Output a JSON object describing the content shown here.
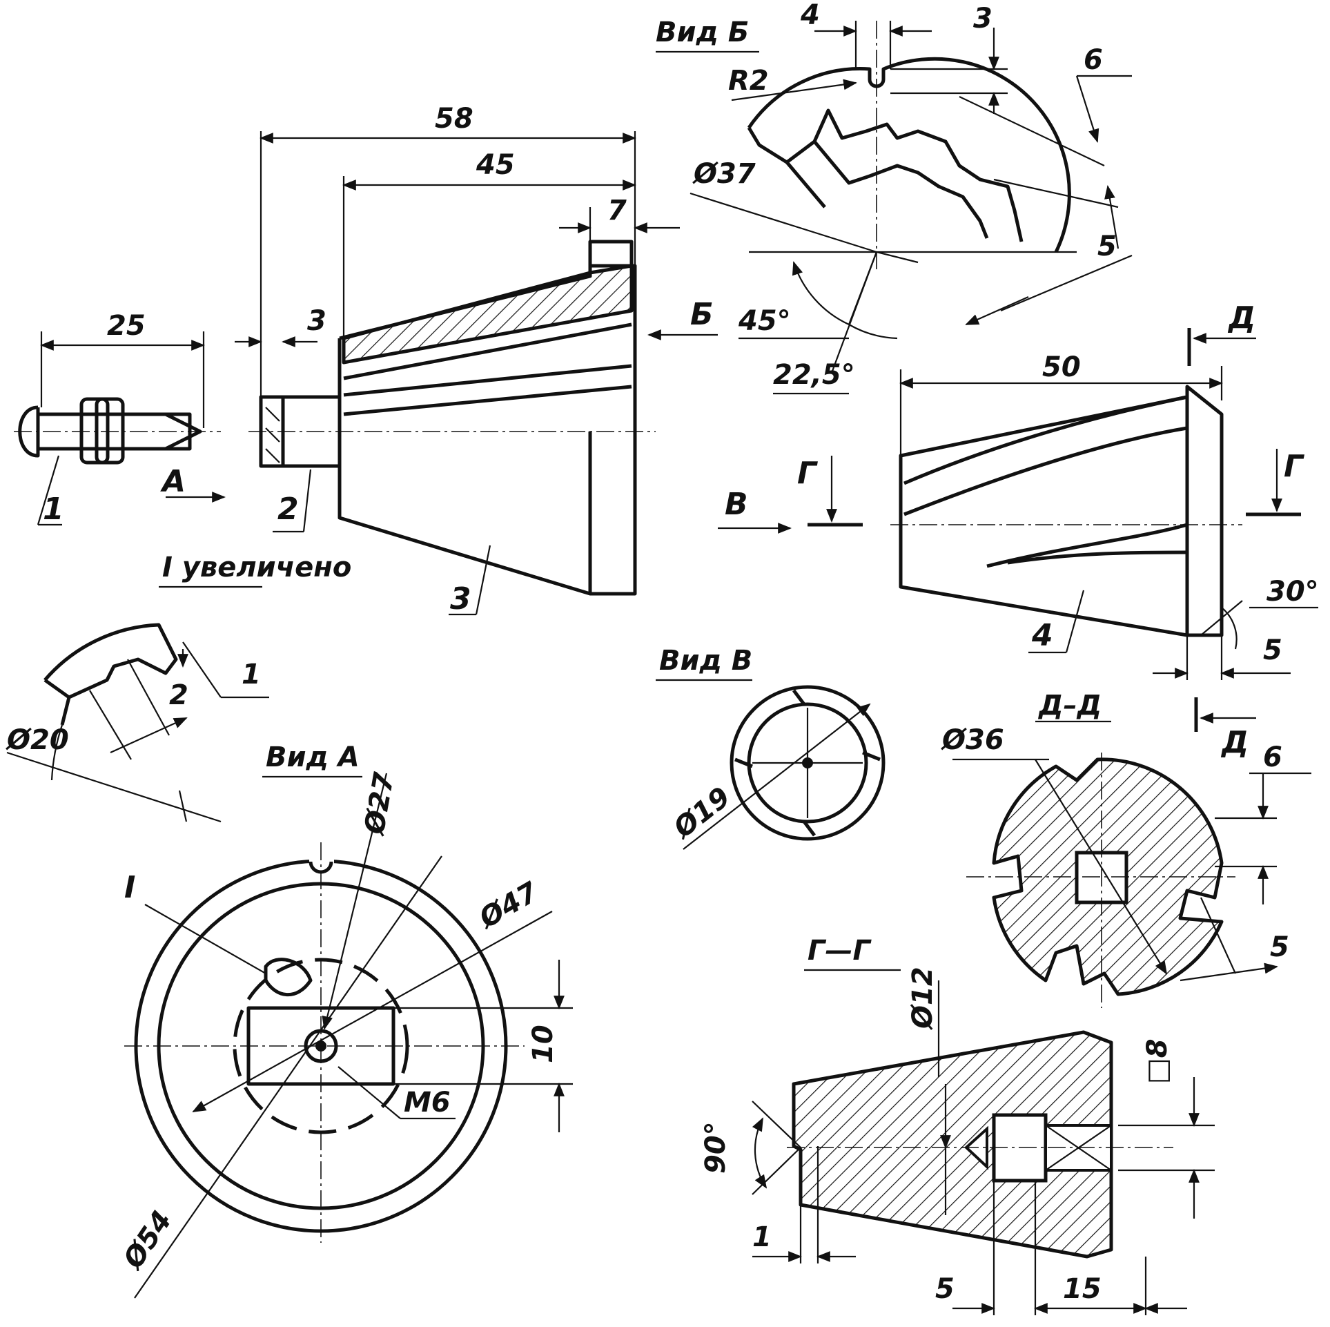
{
  "views": {
    "vid_b": "Вид Б",
    "vid_a": "Вид А",
    "vid_v": "Вид В",
    "dd": "Д–Д",
    "gg": "Г—Г",
    "i_enlarged": "I увеличено"
  },
  "parts": {
    "p1": "1",
    "p2": "2",
    "p3": "3",
    "p4": "4"
  },
  "markers": {
    "a": "А",
    "b": "Б",
    "v": "В",
    "g": "Г",
    "g2": "Г",
    "d_top": "Д",
    "d_bottom": "Д",
    "detail_i": "I"
  },
  "dims": {
    "d25": "25",
    "d3_left": "3",
    "d58": "58",
    "d45": "45",
    "d7": "7",
    "d4_top": "4",
    "d3_top": "3",
    "r2": "R2",
    "d6_top": "6",
    "phi37": "Ø37",
    "d5_b": "5",
    "a45": "45°",
    "a22": "22,5°",
    "d50": "50",
    "a30": "30°",
    "d5_right": "5",
    "d1_detail": "1",
    "d2_detail": "2",
    "phi20": "Ø20",
    "phi27": "Ø27",
    "phi47": "Ø47",
    "d10": "10",
    "m6": "M6",
    "phi54": "Ø54",
    "phi19": "Ø19",
    "phi36": "Ø36",
    "d6_dd": "6",
    "d5_dd": "5",
    "phi12": "Ø12",
    "sq8": "□8",
    "a90": "90°",
    "d1_gg": "1",
    "d5_gg": "5",
    "d15_gg": "15"
  }
}
